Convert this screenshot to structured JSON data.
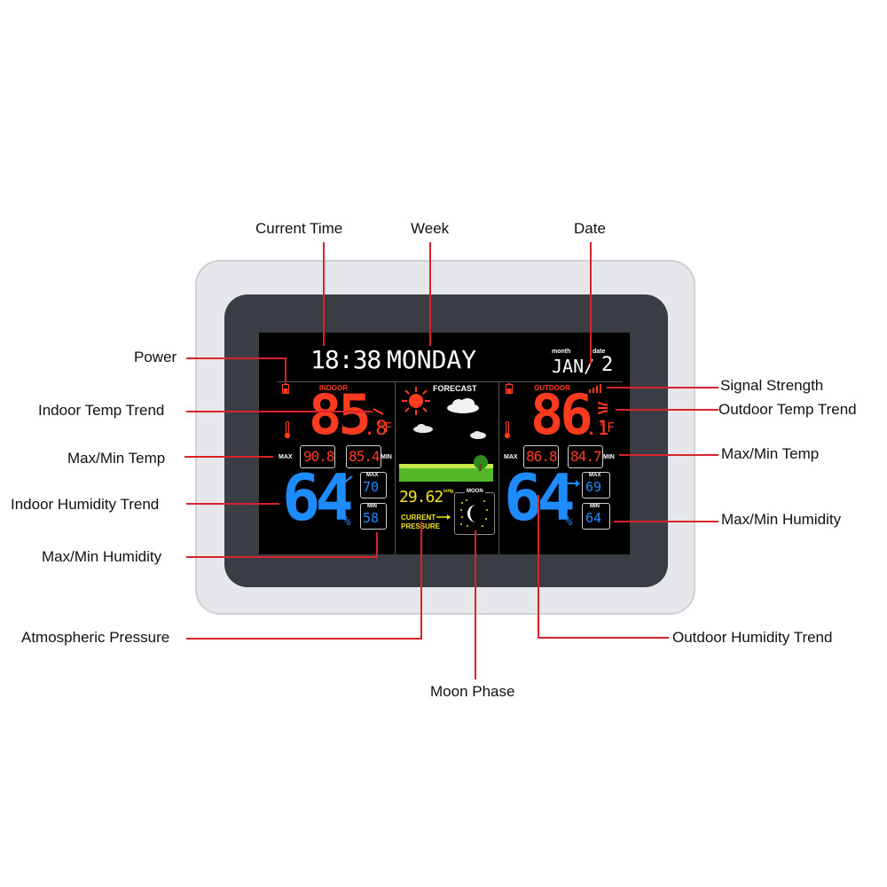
{
  "callouts": {
    "current_time": "Current Time",
    "week": "Week",
    "date": "Date",
    "power": "Power",
    "indoor_temp_trend": "Indoor Temp Trend",
    "max_min_temp_left": "Max/Min Temp",
    "indoor_humidity_trend": "Indoor Humidity Trend",
    "max_min_humidity_left": "Max/Min Humidity",
    "signal_strength": "Signal Strength",
    "outdoor_temp_trend": "Outdoor Temp Trend",
    "max_min_temp_right": "Max/Min Temp",
    "max_min_humidity_right": "Max/Min Humidity",
    "atmospheric_pressure": "Atmospheric Pressure",
    "moon_phase": "Moon Phase",
    "outdoor_humidity_trend": "Outdoor Humidity Trend"
  },
  "display": {
    "time": "18:38",
    "weekday": "MONDAY",
    "month_label": "month",
    "date_label": "date",
    "month": "JAN/",
    "day": "2",
    "forecast_label": "FORECAST",
    "indoor": {
      "label": "INDOOR",
      "temp_main": "85",
      "temp_decimal": ".8",
      "unit": "°F",
      "max_label": "MAX",
      "min_label": "MIN",
      "temp_max": "90.8",
      "temp_min": "85.4",
      "humidity": "64",
      "humidity_unit": "%",
      "humidity_max": "70",
      "humidity_min": "58"
    },
    "outdoor": {
      "label": "OUTDOOR",
      "temp_main": "86",
      "temp_decimal": ".1",
      "unit": "°F",
      "max_label": "MAX",
      "min_label": "MIN",
      "temp_max": "86.8",
      "temp_min": "84.7",
      "humidity": "64",
      "humidity_unit": "%",
      "humidity_max": "69",
      "humidity_min": "64"
    },
    "pressure": {
      "value": "29.62",
      "unit": "inHg",
      "label_line1": "CURRENT",
      "label_line2": "PRESSURE"
    },
    "moon_label": "MOON"
  },
  "colors": {
    "accent_line": "#d8232a",
    "temp_red": "#ff3b1f",
    "humidity_blue": "#1e8cff",
    "pressure_yellow": "#f5e61a",
    "frame": "#e6e7eb",
    "bezel": "#3a3d44"
  },
  "icons": [
    "battery-icon",
    "thermometer-icon",
    "sun-icon",
    "cloud-icon",
    "signal-icon",
    "moon-icon",
    "trend-arrow-icon"
  ]
}
